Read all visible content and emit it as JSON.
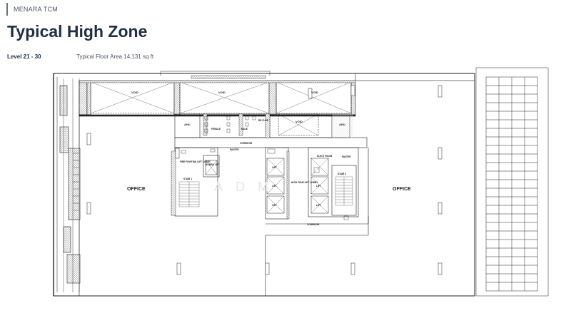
{
  "header": {
    "brand": "MENARA TCM",
    "title": "Typical High Zone",
    "level": "Level 21 - 30",
    "floor_area": "Typical Floor Area 14,131 sq ft"
  },
  "plan": {
    "office_left": "OFFICE",
    "office_right": "OFFICE",
    "void_1": "VOID",
    "void_2": "VOID",
    "void_3": "VOID",
    "void_4": "VOID",
    "ahu_left": "AHU",
    "ahu_right": "AHU",
    "female": "FEMALE",
    "male": "MALE",
    "refuse": "RE-FUSE",
    "corridor_top": "CORRIDOR",
    "corridor_bottom": "CORRIDOR",
    "pantry_1": "PANTRY",
    "pantry_2": "PANTRY",
    "fire_lobby": "FIRE FIGHTING LIFT LOBBY",
    "bomba_lift": "BOMBA LIFT",
    "stair_1": "STAIR 1",
    "stair_2": "STAIR 2",
    "lift": "LIFT",
    "high_zone_lobby": "HIGH ZONE LIFT LOBBY",
    "elect_room": "ELECT ROOM",
    "watermark": "ADM"
  }
}
